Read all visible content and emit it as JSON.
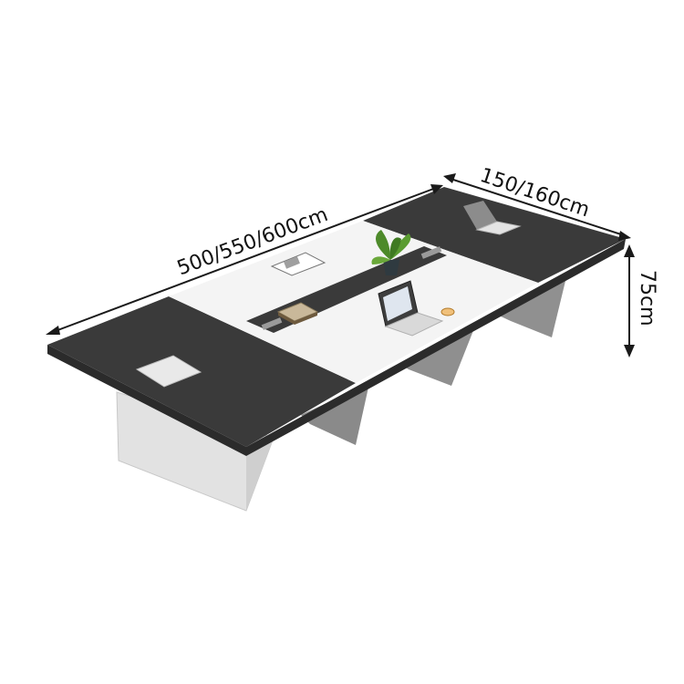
{
  "product": {
    "dimensions": {
      "length": "500/550/600cm",
      "width": "150/160cm",
      "height": "75cm"
    }
  },
  "colors": {
    "background": "#ffffff",
    "top_dark": "#3a3a3a",
    "top_center": "#f4f4f4",
    "leg_light": "#dcdcdc",
    "dimension_line": "#1a1a1a"
  }
}
